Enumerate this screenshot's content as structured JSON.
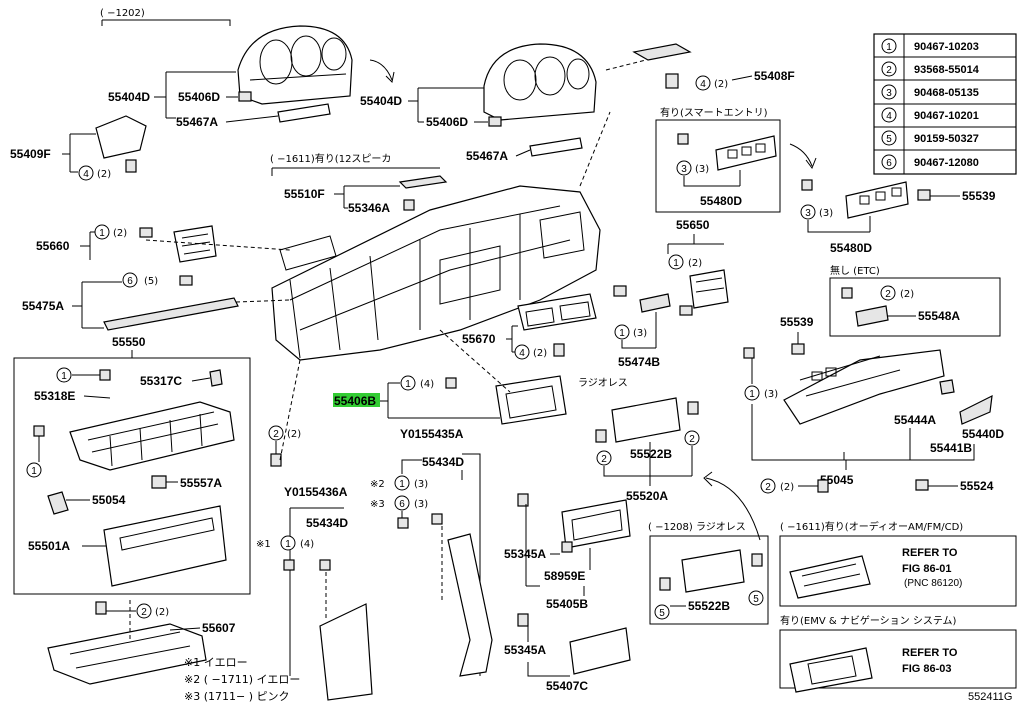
{
  "header": {
    "range_top": "(   −1202)"
  },
  "legend": [
    {
      "num": "1",
      "part": "90467-10203"
    },
    {
      "num": "2",
      "part": "93568-55014"
    },
    {
      "num": "3",
      "part": "90468-05135"
    },
    {
      "num": "4",
      "part": "90467-10201"
    },
    {
      "num": "5",
      "part": "90159-50327"
    },
    {
      "num": "6",
      "part": "90467-12080"
    }
  ],
  "parts": {
    "p55404D_a": "55404D",
    "p55406D_a": "55406D",
    "p55467A_a": "55467A",
    "p55409F": "55409F",
    "p55404D_b": "55404D",
    "p55406D_b": "55406D",
    "p55467A_b": "55467A",
    "p55408F": "55408F",
    "p55510F": "55510F",
    "p55346A": "55346A",
    "p55660": "55660",
    "p55475A": "55475A",
    "p55550": "55550",
    "p55317C": "55317C",
    "p55318E": "55318E",
    "p55557A": "55557A",
    "p55054": "55054",
    "p55501A": "55501A",
    "p55607": "55607",
    "p55670": "55670",
    "p55406B": "55406B",
    "pY0155435A": "Y0155435A",
    "pY0155436A": "Y0155436A",
    "p55434D_a": "55434D",
    "p55434D_b": "55434D",
    "p55650": "55650",
    "p55474B": "55474B",
    "p55480D_a": "55480D",
    "p55480D_b": "55480D",
    "p55539_a": "55539",
    "p55539_b": "55539",
    "p55548A": "55548A",
    "p55444A": "55444A",
    "p55440D": "55440D",
    "p55441B": "55441B",
    "p55045": "55045",
    "p55524": "55524",
    "p55522B_a": "55522B",
    "p55520A": "55520A",
    "p55345A_a": "55345A",
    "p58959E": "58959E",
    "p55405B": "55405B",
    "p55345A_b": "55345A",
    "p55407C": "55407C",
    "p55522B_b": "55522B"
  },
  "notes": {
    "speaker": "(   −1611)有り(12スピーカ",
    "smart_entry": "有り(スマートエントリ)",
    "none_etc": "無し (ETC)",
    "radio_less_a": "ラジオレス",
    "radio_less_b": "(   −1208) ラジオレス",
    "audio": "(   −1611)有り(オーディオーAM/FM/CD)",
    "emv_nav": "有り(EMV & ナビゲーション システム)",
    "refer1_a": "REFER  TO",
    "refer1_b": "FIG  86-01",
    "refer1_c": "(PNC 86120)",
    "refer2_a": "REFER  TO",
    "refer2_b": "FIG  86-03",
    "foot1": "※1  イエロー",
    "foot2": "※2 (     −1711) イエロー",
    "foot3": "※3 (1711−     ) ピンク",
    "star1": "※1",
    "star2": "※2",
    "star3": "※3",
    "sheet_id": "552411G"
  },
  "circle_labels": {
    "q1": "(2)",
    "q2": "(2)",
    "q3": "(2)",
    "q4": "(2)",
    "q5": "(5)",
    "q6": "(2)",
    "q7": "(4)",
    "q8": "(3)",
    "q9": "(3)",
    "q10": "(2)",
    "q11": "(3)",
    "q12": "(2)",
    "q13": "(3)",
    "q14": "(2)",
    "q15": "(2)",
    "q16": "(3)",
    "q17": "(3)",
    "q18": "(4)"
  },
  "highlight": {
    "color": "#33cc33",
    "target": "55406B"
  }
}
